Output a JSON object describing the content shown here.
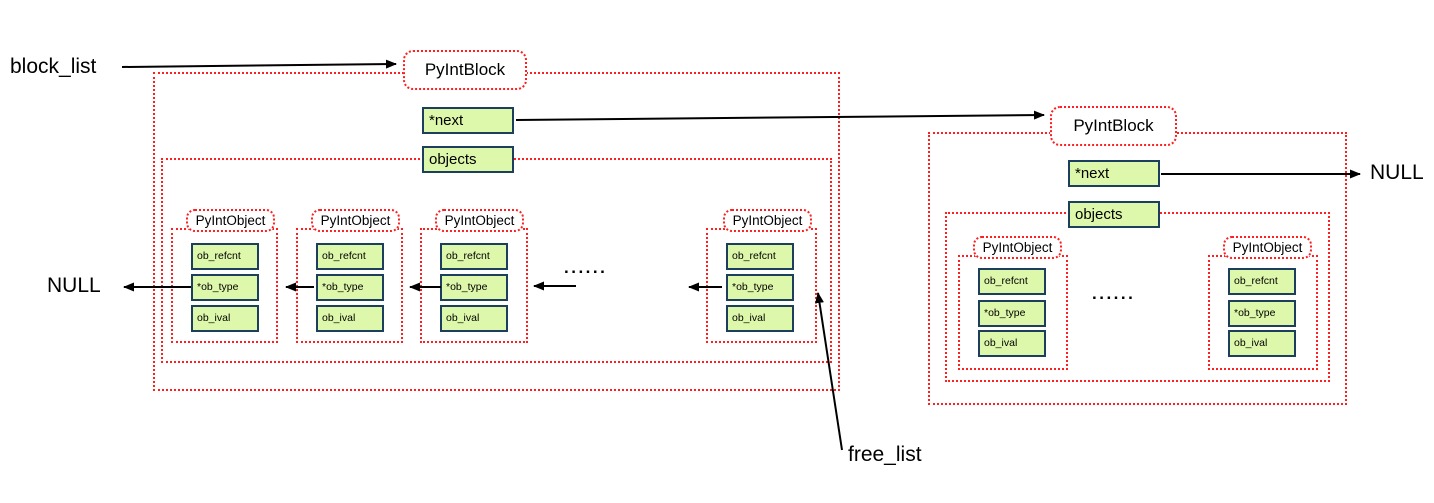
{
  "diagram": {
    "labels": {
      "block_list": "block_list",
      "free_list": "free_list",
      "null_left": "NULL",
      "null_right": "NULL"
    },
    "block1": {
      "title": "PyIntBlock",
      "next": "*next",
      "objects": "objects",
      "ellipsis": "......",
      "items": [
        {
          "title": "PyIntObject",
          "fields": [
            "ob_refcnt",
            "*ob_type",
            "ob_ival"
          ]
        },
        {
          "title": "PyIntObject",
          "fields": [
            "ob_refcnt",
            "*ob_type",
            "ob_ival"
          ]
        },
        {
          "title": "PyIntObject",
          "fields": [
            "ob_refcnt",
            "*ob_type",
            "ob_ival"
          ]
        },
        {
          "title": "PyIntObject",
          "fields": [
            "ob_refcnt",
            "*ob_type",
            "ob_ival"
          ]
        }
      ]
    },
    "block2": {
      "title": "PyIntBlock",
      "next": "*next",
      "objects": "objects",
      "ellipsis": "......",
      "items": [
        {
          "title": "PyIntObject",
          "fields": [
            "ob_refcnt",
            "*ob_type",
            "ob_ival"
          ]
        },
        {
          "title": "PyIntObject",
          "fields": [
            "ob_refcnt",
            "*ob_type",
            "ob_ival"
          ]
        }
      ]
    },
    "colors": {
      "dotted_border": "#ff1f1f",
      "cell_fill": "#def8ab",
      "cell_border": "#1d3f5e",
      "arrow": "#000000"
    }
  }
}
